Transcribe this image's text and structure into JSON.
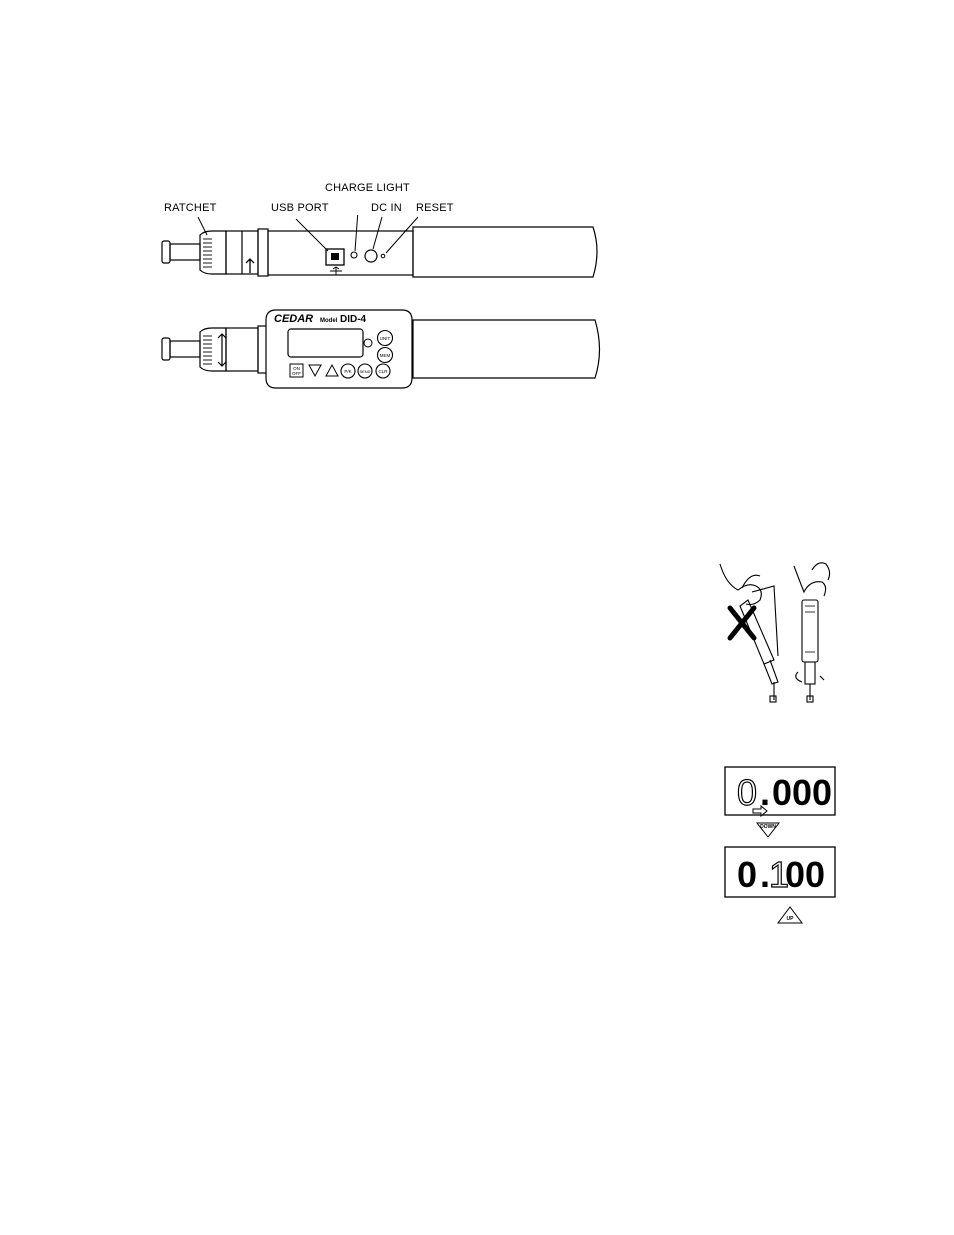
{
  "callouts": {
    "charge_light": "CHARGE LIGHT",
    "ratchet": "RATCHET",
    "usb_port": "USB PORT",
    "dc_in": "DC IN",
    "reset": "RESET"
  },
  "device_front": {
    "brand": "CEDAR",
    "model_prefix": "Model",
    "model": "DID-4",
    "buttons": {
      "onoff_line1": "ON",
      "onoff_line2": "OFF",
      "unit": "UNIT",
      "mem": "MEM",
      "pk": "P/K",
      "send": "SEND",
      "clr": "CLR"
    }
  },
  "lcd_display_1": {
    "digit1": "0",
    "decimal": ".",
    "digits": "000",
    "button": "DOWN"
  },
  "lcd_display_2": {
    "digit1": "0",
    "decimal": ".",
    "digit2": "1",
    "digits": "00",
    "button": "UP"
  }
}
